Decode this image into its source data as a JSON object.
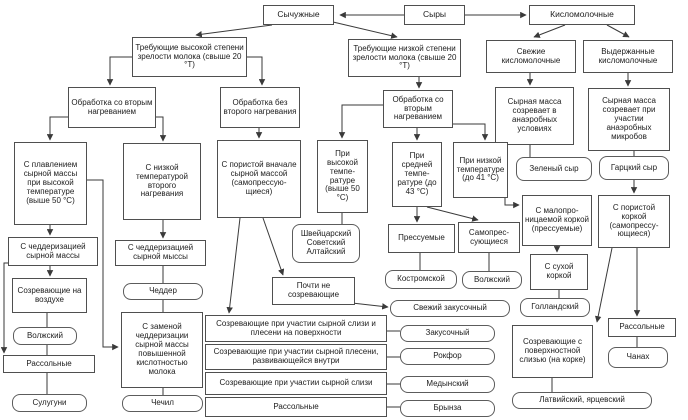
{
  "colors": {
    "line": "#3a3a3a",
    "border": "#4f4f4f",
    "text": "#1c1c1c",
    "background": "#ffffff"
  },
  "nodes": {
    "syry": "Сыры",
    "sychuzhnye": "Сычужные",
    "kislomolochnye": "Кисломолочные",
    "treb_vysokoy": "Требующие высокой степени зрелости молока (свыше 20 °Т)",
    "treb_nizkoy": "Требующие низкой степени зрелости молока (свыше 20 °Т)",
    "svezhie": "Свежие кисломолочные",
    "vyderzhannye": "Выдержанные кисломолочные",
    "obr2_left": "Обработка со вторым нагреванием",
    "obr_bez": "Обработка без второго нагревания",
    "obr2_right": "Обработка со вторым нагреванием",
    "massa_anaerob": "Сырная масса созревает в анаэробных условиях",
    "massa_mikrob": "Сырная масса созревает при участии анаэробных микробов",
    "s_plavleniem": "С плавлени­ем сырной массы при высокой температуре (выше 50 °С)",
    "s_nizkoy": "С низкой температурой второго нагревания",
    "s_poristoy_vnachale": "С пористой вначале сырной массой (самопрессую­щиеся)",
    "pri_vysokoy": "При высокой темпе­ратуре (выше 50 °С)",
    "pri_sredney": "При средней темпе­ратуре (до 43 °С)",
    "pri_nizkoy": "При низкой темпе­ратуре (до 41 °С)",
    "zeleny": "Зеленый сыр",
    "gartsky": "Гарцкий сыр",
    "chedd_massy": "С чеддеризацией сырной массы",
    "chedd_myssy": "С чеддеризацией сырной мыссы",
    "shveyts": "Швейцарский Советский Алтайский",
    "pressuemye": "Прессуемые",
    "samopres": "Самопрес­сующиеся",
    "s_malopronits": "С малопро­ницаемой коркой (прес­суемые)",
    "s_poristoy_korkoy": "С пористой коркой (самопрессу­ющиеся)",
    "sozr_vozduhe": "Созревающие на воздухе",
    "cheddar": "Чеддер",
    "kostromskoy": "Костромской",
    "volzhsky_mid": "Волжский",
    "s_suhoy": "С сухой коркой",
    "volzhsky_left": "Волжский",
    "pochti_ne": "Почти не созревающие",
    "svezhy_zak": "Свежий закусочный",
    "gollandsky": "Голландский",
    "rassolnye_left": "Рассольные",
    "s_zamenoy": "С заменой чеддеризации сырной массы повышенной кислотностью молока",
    "wide1": "Созревающие при участии сырной слизи и плесени на поверхности",
    "wide2": "Созревающие при участии сырной плесени, развивающейся внутри",
    "wide3": "Созревающие при участии сырной слизи",
    "wide4": "Рассольные",
    "zakusochny": "Закусочный",
    "rokfor": "Рокфор",
    "medynsky": "Медынский",
    "brynza": "Брынза",
    "sozr_poverh": "Созревающие с поверхностной слизью (на корке)",
    "rassolnye_right": "Рассольные",
    "chanah": "Чанах",
    "sulguni": "Сулугуни",
    "chechil": "Чечил",
    "latviysky": "Латвийский, ярцевский"
  },
  "edges": [
    {
      "from": "syry",
      "to": "sychuzhnye"
    },
    {
      "from": "syry",
      "to": "kislomolochnye"
    },
    {
      "from": "sychuzhnye",
      "to": "treb_vysokoy"
    },
    {
      "from": "sychuzhnye",
      "to": "treb_nizkoy"
    },
    {
      "from": "kislomolochnye",
      "to": "svezhie"
    },
    {
      "from": "kislomolochnye",
      "to": "vyderzhannye"
    },
    {
      "from": "treb_vysokoy",
      "to": "obr2_left"
    },
    {
      "from": "treb_vysokoy",
      "to": "obr_bez"
    },
    {
      "from": "treb_nizkoy",
      "to": "obr2_right"
    },
    {
      "from": "svezhie",
      "to": "massa_anaerob"
    },
    {
      "from": "vyderzhannye",
      "to": "massa_mikrob"
    },
    {
      "from": "obr2_left",
      "to": "s_plavleniem"
    },
    {
      "from": "obr2_left",
      "to": "s_nizkoy"
    },
    {
      "from": "obr_bez",
      "to": "s_poristoy_vnachale"
    },
    {
      "from": "obr2_right",
      "to": "pri_vysokoy"
    },
    {
      "from": "obr2_right",
      "to": "pri_sredney"
    },
    {
      "from": "obr2_right",
      "to": "pri_nizkoy"
    },
    {
      "from": "pri_vysokoy",
      "to": "shveyts"
    },
    {
      "from": "pri_sredney",
      "to": "pressuemye"
    },
    {
      "from": "pri_sredney",
      "to": "samopres"
    },
    {
      "from": "pri_nizkoy",
      "to": "s_malopronits"
    },
    {
      "from": "gartsky",
      "to": "s_poristoy_korkoy"
    },
    {
      "from": "massa_anaerob",
      "to": "zeleny"
    },
    {
      "from": "massa_mikrob",
      "to": "gartsky"
    },
    {
      "from": "pressuemye",
      "to": "kostromskoy"
    },
    {
      "from": "samopres",
      "to": "volzhsky_mid"
    },
    {
      "from": "s_malopronits",
      "to": "s_suhoy"
    },
    {
      "from": "s_suhoy",
      "to": "gollandsky"
    },
    {
      "from": "s_poristoy_korkoy",
      "to": "sozr_poverh"
    },
    {
      "from": "s_poristoy_korkoy",
      "to": "rassolnye_right"
    },
    {
      "from": "rassolnye_right",
      "to": "chanah"
    },
    {
      "from": "sozr_poverh",
      "to": "latviysky"
    },
    {
      "from": "s_poristoy_vnachale",
      "to": "pochti_ne"
    },
    {
      "from": "s_poristoy_vnachale",
      "to": "wide1"
    },
    {
      "from": "pochti_ne",
      "to": "svezhy_zak"
    },
    {
      "from": "wide1",
      "to": "zakusochny"
    },
    {
      "from": "wide2",
      "to": "rokfor"
    },
    {
      "from": "wide3",
      "to": "medynsky"
    },
    {
      "from": "wide4",
      "to": "brynza"
    },
    {
      "from": "s_plavleniem",
      "to": "chedd_massy"
    },
    {
      "from": "chedd_massy",
      "to": "sozr_vozduhe"
    },
    {
      "from": "sozr_vozduhe",
      "to": "volzhsky_left"
    },
    {
      "from": "volzhsky_left",
      "to": "rassolnye_left"
    },
    {
      "from": "rassolnye_left",
      "to": "sulguni"
    },
    {
      "from": "chedd_massy",
      "to": "rassolnye_left"
    },
    {
      "from": "s_plavleniem",
      "to": "s_zamenoy"
    },
    {
      "from": "s_nizkoy",
      "to": "chedd_myssy"
    },
    {
      "from": "chedd_myssy",
      "to": "cheddar"
    },
    {
      "from": "cheddar",
      "to": "s_zamenoy"
    },
    {
      "from": "s_zamenoy",
      "to": "chechil"
    }
  ]
}
